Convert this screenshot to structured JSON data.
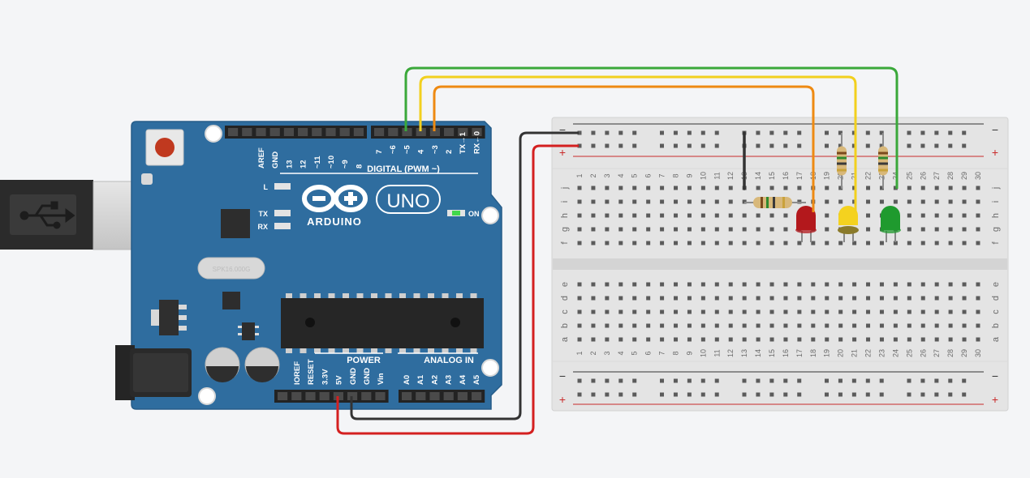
{
  "arduino": {
    "brand": "ARDUINO",
    "model": "UNO",
    "on_label": "ON",
    "led_labels": [
      "L",
      "TX",
      "RX"
    ],
    "crystal_label": "SPK16.000G",
    "digital_header_label": "DIGITAL (PWM ~)",
    "digital_pins_left": [
      "AREF",
      "GND",
      "13",
      "12",
      "~11",
      "~10",
      "~9",
      "8"
    ],
    "digital_pins_right": [
      "7",
      "~6",
      "~5",
      "4",
      "~3",
      "2",
      "TX→1",
      "RX←0"
    ],
    "power_label": "POWER",
    "analog_label": "ANALOG IN",
    "power_pins": [
      "IOREF",
      "RESET",
      "3.3V",
      "5V",
      "GND",
      "GND",
      "Vin"
    ],
    "analog_pins": [
      "A0",
      "A1",
      "A2",
      "A3",
      "A4",
      "A5"
    ]
  },
  "breadboard": {
    "column_numbers": [
      "1",
      "2",
      "3",
      "4",
      "5",
      "6",
      "7",
      "8",
      "9",
      "10",
      "11",
      "12",
      "13",
      "14",
      "15",
      "16",
      "17",
      "18",
      "19",
      "20",
      "21",
      "22",
      "23",
      "24",
      "25",
      "26",
      "27",
      "28",
      "29",
      "30"
    ],
    "top_row_letters": [
      "j",
      "i",
      "h",
      "g",
      "f"
    ],
    "bottom_row_letters": [
      "e",
      "d",
      "c",
      "b",
      "a"
    ],
    "rail_minus": "−",
    "rail_plus": "+"
  },
  "wires": [
    {
      "name": "wire-green",
      "color": "#3aa83a"
    },
    {
      "name": "wire-yellow",
      "color": "#f2d01e"
    },
    {
      "name": "wire-orange",
      "color": "#ee8a12"
    },
    {
      "name": "wire-red",
      "color": "#d42020"
    },
    {
      "name": "wire-black",
      "color": "#333333"
    }
  ],
  "leds": [
    {
      "name": "led-red",
      "color": "#b3181c"
    },
    {
      "name": "led-yellow",
      "color": "#f4d21f"
    },
    {
      "name": "led-green",
      "color": "#1f9a2e"
    }
  ],
  "colors": {
    "board": "#2f6d9f",
    "board_edge": "#275d89",
    "breadboard": "#e4e4e4",
    "background": "#f4f5f7"
  }
}
